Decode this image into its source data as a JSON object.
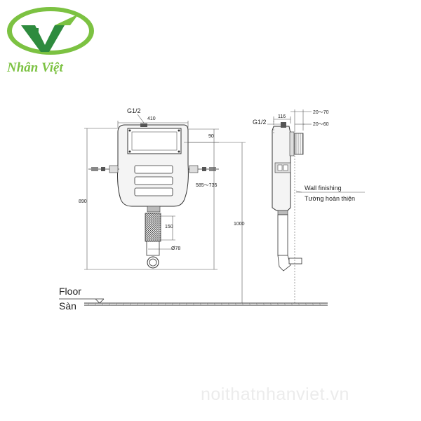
{
  "brand": {
    "name": "Nhân Việt",
    "colors": {
      "green": "#7cc242",
      "dark_green": "#2e8b3e"
    }
  },
  "watermark": "noithatnhanviet.vn",
  "front_view": {
    "inlet_label": "G1/2",
    "dimensions": {
      "width": "410",
      "top_offset": "90",
      "inlet_range": "585～735",
      "total_height": "890",
      "flush_pipe": "150",
      "outlet_diameter": "Ø78",
      "height_to_floor": "1000"
    }
  },
  "side_view": {
    "inlet_label": "G1/2",
    "dimensions": {
      "depth": "116",
      "adjust_1": "20～70",
      "adjust_2": "20～60"
    },
    "wall_label_en": "Wall finishing",
    "wall_label_vi": "Tường hoàn thiện"
  },
  "floor": {
    "label_en": "Floor",
    "label_vi": "Sàn"
  }
}
